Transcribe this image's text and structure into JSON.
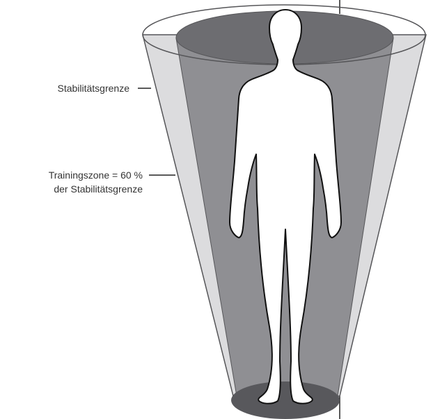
{
  "labels": {
    "stability_limit": "Stabilitätsgrenze",
    "training_zone_line1": "Trainingszone = 60 %",
    "training_zone_line2": "der Stabilitätsgrenze"
  },
  "colors": {
    "outer_cone": "#dcdcde",
    "inner_cone": "#8f8f93",
    "inner_top_ellipse": "#6d6d71",
    "base_ellipse": "#58585c",
    "outline": "#555558",
    "silhouette_fill": "#ffffff",
    "silhouette_stroke": "#111111"
  },
  "zones": {
    "training_zone_percent": 60
  }
}
